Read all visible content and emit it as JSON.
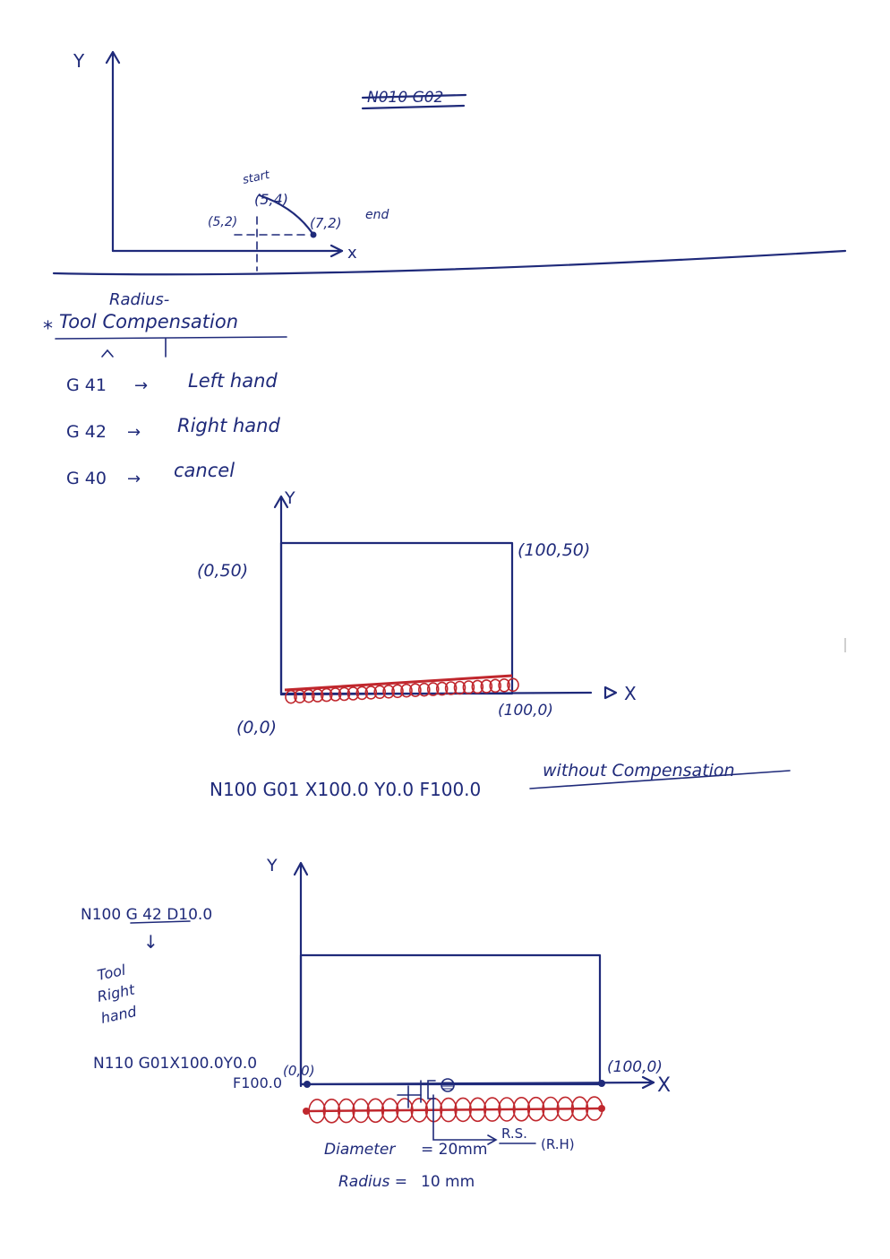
{
  "colors": {
    "ink": "#1f2a7a",
    "red_ink": "#c0272d",
    "paper": "#ffffff"
  },
  "graph1": {
    "y_label": "Y",
    "x_label": "x",
    "struck_text": "N010 G02",
    "start_label": "start",
    "start_point": "(5,4)",
    "corner_point": "(5,2)",
    "end_point": "(7,2)",
    "end_label": "end"
  },
  "section": {
    "radius_label": "Radius-",
    "star": "*",
    "title": "Tool Compensation",
    "codes": [
      {
        "code": "G 41",
        "arrow": "→",
        "meaning": "Left hand"
      },
      {
        "code": "G 42",
        "arrow": "→",
        "meaning": "Right hand"
      },
      {
        "code": "G 40",
        "arrow": "→",
        "meaning": "cancel"
      }
    ]
  },
  "graph2": {
    "y_label": "Y",
    "x_label": "X",
    "top_left": "(0,50)",
    "top_right": "(100,50)",
    "origin": "(0,0)",
    "bottom_right": "(100,0)",
    "program": "N100 G01 X100.0 Y0.0 F100.0",
    "note": "without Compensation"
  },
  "graph3": {
    "y_label": "Y",
    "x_label": "X",
    "line1_prefix": "N100 ",
    "line1_code": "G 42",
    "line1_suffix": " D10.0",
    "down_arrow": "↓",
    "tool_word": "Tool",
    "right_word": "Right",
    "hand_word": "hand",
    "line2": "N110 G01X100.0Y0.0",
    "line3": "F100.0",
    "origin": "(0,0)",
    "bottom_right": "(100,0)",
    "diameter_label": "Diameter",
    "diameter_value": "= 20mm",
    "rs_label": "R.S.",
    "rh_label": "(R.H)",
    "radius_label": "Radius =",
    "radius_value": "10 mm"
  }
}
